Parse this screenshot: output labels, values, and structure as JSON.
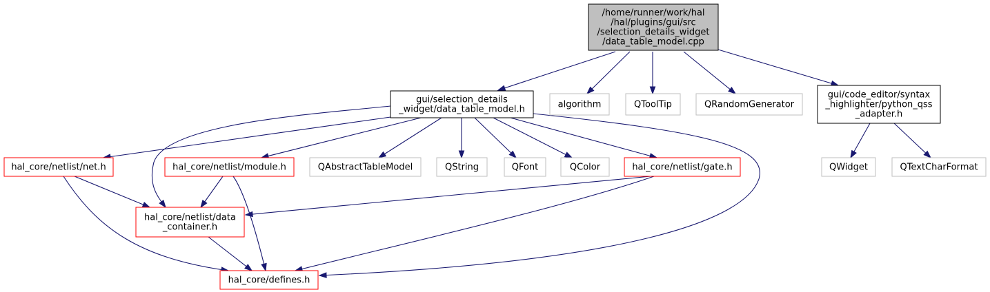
{
  "colors": {
    "edge": "#191970",
    "root_fill": "#bfbfbf",
    "root_stroke": "#000000",
    "documented_stroke": "#000000",
    "incomplete_stroke": "#ff0000",
    "system_stroke": "#bfbfbf",
    "text": "#000000"
  },
  "nodes": [
    {
      "id": "root",
      "kind": "root",
      "lines": [
        "/home/runner/work/hal",
        "/hal/plugins/gui/src",
        "/selection_details_widget",
        "/data_table_model.cpp"
      ]
    },
    {
      "id": "dtm_h",
      "kind": "documented",
      "lines": [
        "gui/selection_details",
        "_widget/data_table_model.h"
      ]
    },
    {
      "id": "algorithm",
      "kind": "system",
      "lines": [
        "algorithm"
      ]
    },
    {
      "id": "qtooltip",
      "kind": "system",
      "lines": [
        "QToolTip"
      ]
    },
    {
      "id": "qrandom",
      "kind": "system",
      "lines": [
        "QRandomGenerator"
      ]
    },
    {
      "id": "pyqss",
      "kind": "documented",
      "lines": [
        "gui/code_editor/syntax",
        "_highlighter/python_qss",
        "_adapter.h"
      ]
    },
    {
      "id": "net_h",
      "kind": "incomplete",
      "lines": [
        "hal_core/netlist/net.h"
      ]
    },
    {
      "id": "module_h",
      "kind": "incomplete",
      "lines": [
        "hal_core/netlist/module.h"
      ]
    },
    {
      "id": "qabstract",
      "kind": "system",
      "lines": [
        "QAbstractTableModel"
      ]
    },
    {
      "id": "qstring",
      "kind": "system",
      "lines": [
        "QString"
      ]
    },
    {
      "id": "qfont",
      "kind": "system",
      "lines": [
        "QFont"
      ]
    },
    {
      "id": "qcolor",
      "kind": "system",
      "lines": [
        "QColor"
      ]
    },
    {
      "id": "gate_h",
      "kind": "incomplete",
      "lines": [
        "hal_core/netlist/gate.h"
      ]
    },
    {
      "id": "qwidget",
      "kind": "system",
      "lines": [
        "QWidget"
      ]
    },
    {
      "id": "qtextchar",
      "kind": "system",
      "lines": [
        "QTextCharFormat"
      ]
    },
    {
      "id": "datacont",
      "kind": "incomplete",
      "lines": [
        "hal_core/netlist/data",
        "_container.h"
      ]
    },
    {
      "id": "defines",
      "kind": "incomplete",
      "lines": [
        "hal_core/defines.h"
      ]
    }
  ],
  "edges": [
    {
      "from": "root",
      "to": "dtm_h"
    },
    {
      "from": "root",
      "to": "algorithm"
    },
    {
      "from": "root",
      "to": "qtooltip"
    },
    {
      "from": "root",
      "to": "qrandom"
    },
    {
      "from": "root",
      "to": "pyqss"
    },
    {
      "from": "dtm_h",
      "to": "net_h"
    },
    {
      "from": "dtm_h",
      "to": "module_h"
    },
    {
      "from": "dtm_h",
      "to": "qabstract"
    },
    {
      "from": "dtm_h",
      "to": "qstring"
    },
    {
      "from": "dtm_h",
      "to": "qfont"
    },
    {
      "from": "dtm_h",
      "to": "qcolor"
    },
    {
      "from": "dtm_h",
      "to": "gate_h"
    },
    {
      "from": "dtm_h",
      "to": "datacont"
    },
    {
      "from": "dtm_h",
      "to": "defines"
    },
    {
      "from": "pyqss",
      "to": "qwidget"
    },
    {
      "from": "pyqss",
      "to": "qtextchar"
    },
    {
      "from": "net_h",
      "to": "datacont"
    },
    {
      "from": "net_h",
      "to": "defines"
    },
    {
      "from": "module_h",
      "to": "datacont"
    },
    {
      "from": "module_h",
      "to": "defines"
    },
    {
      "from": "gate_h",
      "to": "datacont"
    },
    {
      "from": "gate_h",
      "to": "defines"
    },
    {
      "from": "datacont",
      "to": "defines"
    }
  ]
}
